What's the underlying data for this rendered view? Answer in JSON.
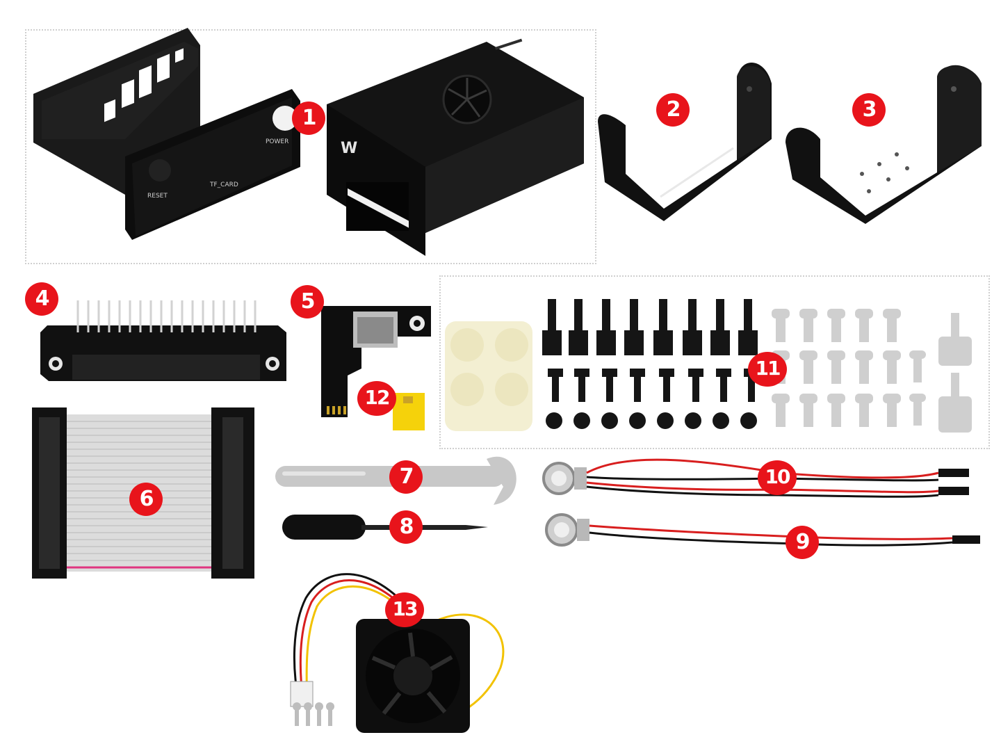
{
  "labels": {
    "case_reset": "RESET",
    "case_tf_card": "TF_CARD",
    "case_power": "POWER"
  },
  "badges": [
    "1",
    "2",
    "3",
    "4",
    "5",
    "6",
    "7",
    "8",
    "9",
    "10",
    "11",
    "12",
    "13"
  ],
  "colors": {
    "badge": "#e8141b",
    "metal_black": "#101010",
    "cable_gray": "#d9d9d9",
    "wire_red": "#d81e1e",
    "wire_yellow": "#f2c200"
  }
}
